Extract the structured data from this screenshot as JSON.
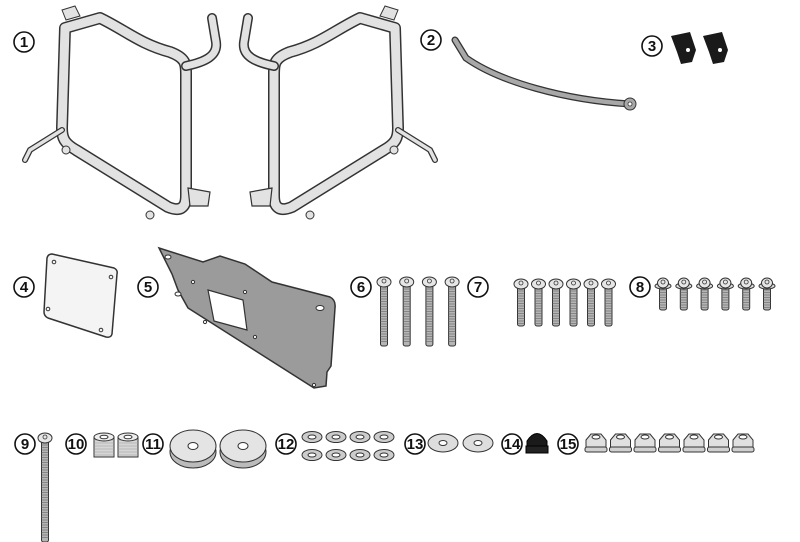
{
  "parts": [
    {
      "number": "1",
      "name": "side-frames",
      "qty": 2
    },
    {
      "number": "2",
      "name": "support-strap",
      "qty": 1
    },
    {
      "number": "3",
      "name": "clips",
      "qty": 2
    },
    {
      "number": "4",
      "name": "small-plate",
      "qty": 1
    },
    {
      "number": "5",
      "name": "mounting-plate",
      "qty": 1
    },
    {
      "number": "6",
      "name": "long-bolts",
      "qty": 4
    },
    {
      "number": "7",
      "name": "medium-bolts",
      "qty": 6
    },
    {
      "number": "8",
      "name": "flange-bolts",
      "qty": 6
    },
    {
      "number": "9",
      "name": "extra-long-bolt",
      "qty": 1
    },
    {
      "number": "10",
      "name": "spacers",
      "qty": 2
    },
    {
      "number": "11",
      "name": "large-washers",
      "qty": 2
    },
    {
      "number": "12",
      "name": "spring-washers",
      "qty": 8
    },
    {
      "number": "13",
      "name": "flat-washers",
      "qty": 2
    },
    {
      "number": "14",
      "name": "cap-nut",
      "qty": 1
    },
    {
      "number": "15",
      "name": "nuts",
      "qty": 7
    }
  ],
  "colors": {
    "outline": "#333333",
    "metal": "#e2e2e2",
    "plate": "#9b9b9b",
    "black_part": "#1a1a1a"
  }
}
